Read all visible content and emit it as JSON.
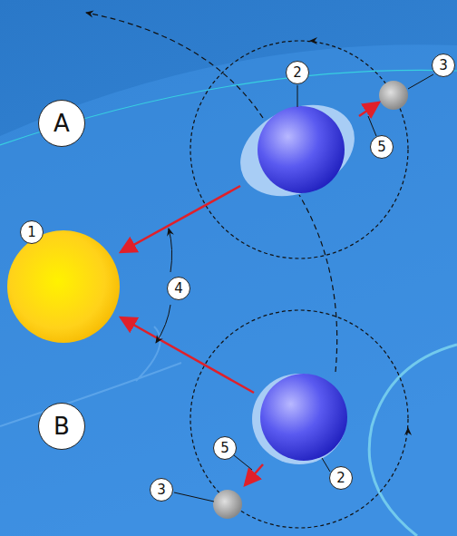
{
  "diagram": {
    "labels": [
      "2",
      "3",
      "A",
      "5",
      "1",
      "4",
      "B",
      "5",
      "2",
      "3"
    ]
  }
}
